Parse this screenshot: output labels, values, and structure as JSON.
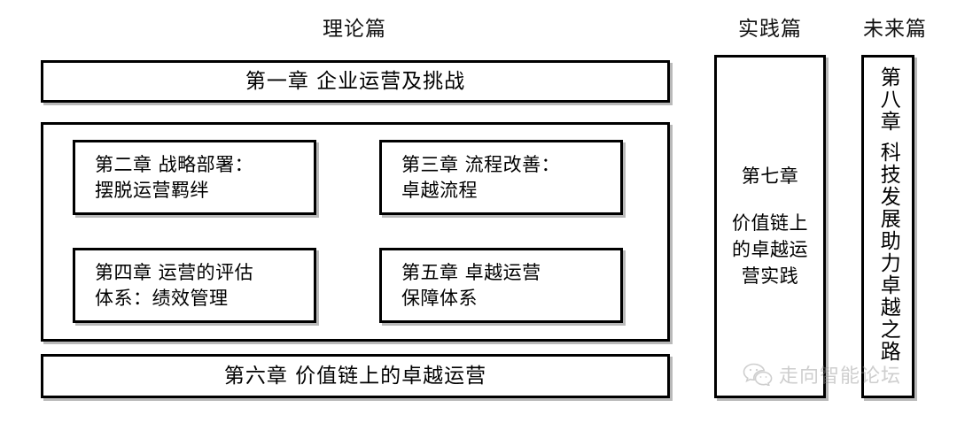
{
  "page": {
    "background_color": "#ffffff",
    "line_color": "#000000",
    "shadow_color": "#b9b9b9",
    "watermark_color": "#8d8d8d"
  },
  "sections": {
    "theory_label": "理论篇",
    "practice_label": "实践篇",
    "future_label": "未来篇"
  },
  "chapters": {
    "ch1": {
      "text": "第一章  企业运营及挑战"
    },
    "ch2": {
      "line1": "第二章  战略部署：",
      "line2": "摆脱运营羁绊"
    },
    "ch3": {
      "line1": "第三章  流程改善：",
      "line2": "卓越流程"
    },
    "ch4": {
      "line1": "第四章  运营的评估",
      "line2": "体系：绩效管理"
    },
    "ch5": {
      "line1": "第五章  卓越运营",
      "line2": "保障体系"
    },
    "ch6": {
      "text": "第六章  价值链上的卓越运营"
    },
    "ch7": {
      "title": "第七章",
      "line1": "价值链上",
      "line2": "的卓越运",
      "line3": "营实践"
    },
    "ch8": {
      "title": "第八章",
      "body": "科技发展助力卓越之路"
    }
  },
  "watermark": {
    "icon": "wechat-icon",
    "text": "走向智能论坛"
  }
}
